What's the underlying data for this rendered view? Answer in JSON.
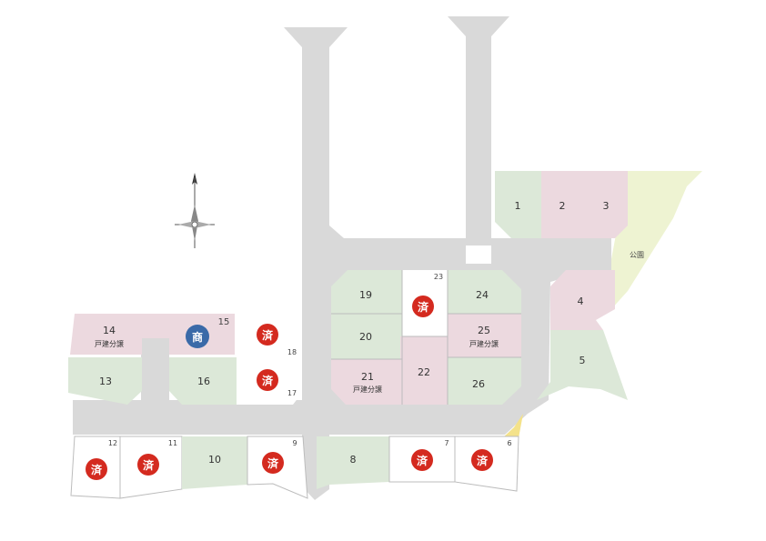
{
  "park_label": "公園",
  "status_sold": "済",
  "status_commercial": "商",
  "colors": {
    "road": "#d9d9d9",
    "green_lot": "#dce8d8",
    "pink_lot": "#ecd9df",
    "white_lot": "#ffffff",
    "park": "#eef3d2",
    "badge_red": "#d42a1f",
    "badge_blue": "#3a6aa8",
    "yellow_patch": "#f4e28a"
  },
  "lots": [
    {
      "id": "1",
      "label": "1"
    },
    {
      "id": "2",
      "label": "2"
    },
    {
      "id": "3",
      "label": "3"
    },
    {
      "id": "4",
      "label": "4"
    },
    {
      "id": "5",
      "label": "5"
    },
    {
      "id": "6",
      "label": "6"
    },
    {
      "id": "7",
      "label": "7"
    },
    {
      "id": "8",
      "label": "8"
    },
    {
      "id": "9",
      "label": "9"
    },
    {
      "id": "10",
      "label": "10"
    },
    {
      "id": "11",
      "label": "11"
    },
    {
      "id": "12",
      "label": "12"
    },
    {
      "id": "13",
      "label": "13"
    },
    {
      "id": "14",
      "label": "14",
      "note": "戸建分譲"
    },
    {
      "id": "15",
      "label": "15"
    },
    {
      "id": "16",
      "label": "16"
    },
    {
      "id": "17",
      "label": "17"
    },
    {
      "id": "18",
      "label": "18"
    },
    {
      "id": "19",
      "label": "19"
    },
    {
      "id": "20",
      "label": "20"
    },
    {
      "id": "21",
      "label": "21",
      "note": "戸建分譲"
    },
    {
      "id": "22",
      "label": "22"
    },
    {
      "id": "23",
      "label": "23"
    },
    {
      "id": "24",
      "label": "24"
    },
    {
      "id": "25",
      "label": "25",
      "note": "戸建分譲"
    },
    {
      "id": "26",
      "label": "26"
    }
  ]
}
